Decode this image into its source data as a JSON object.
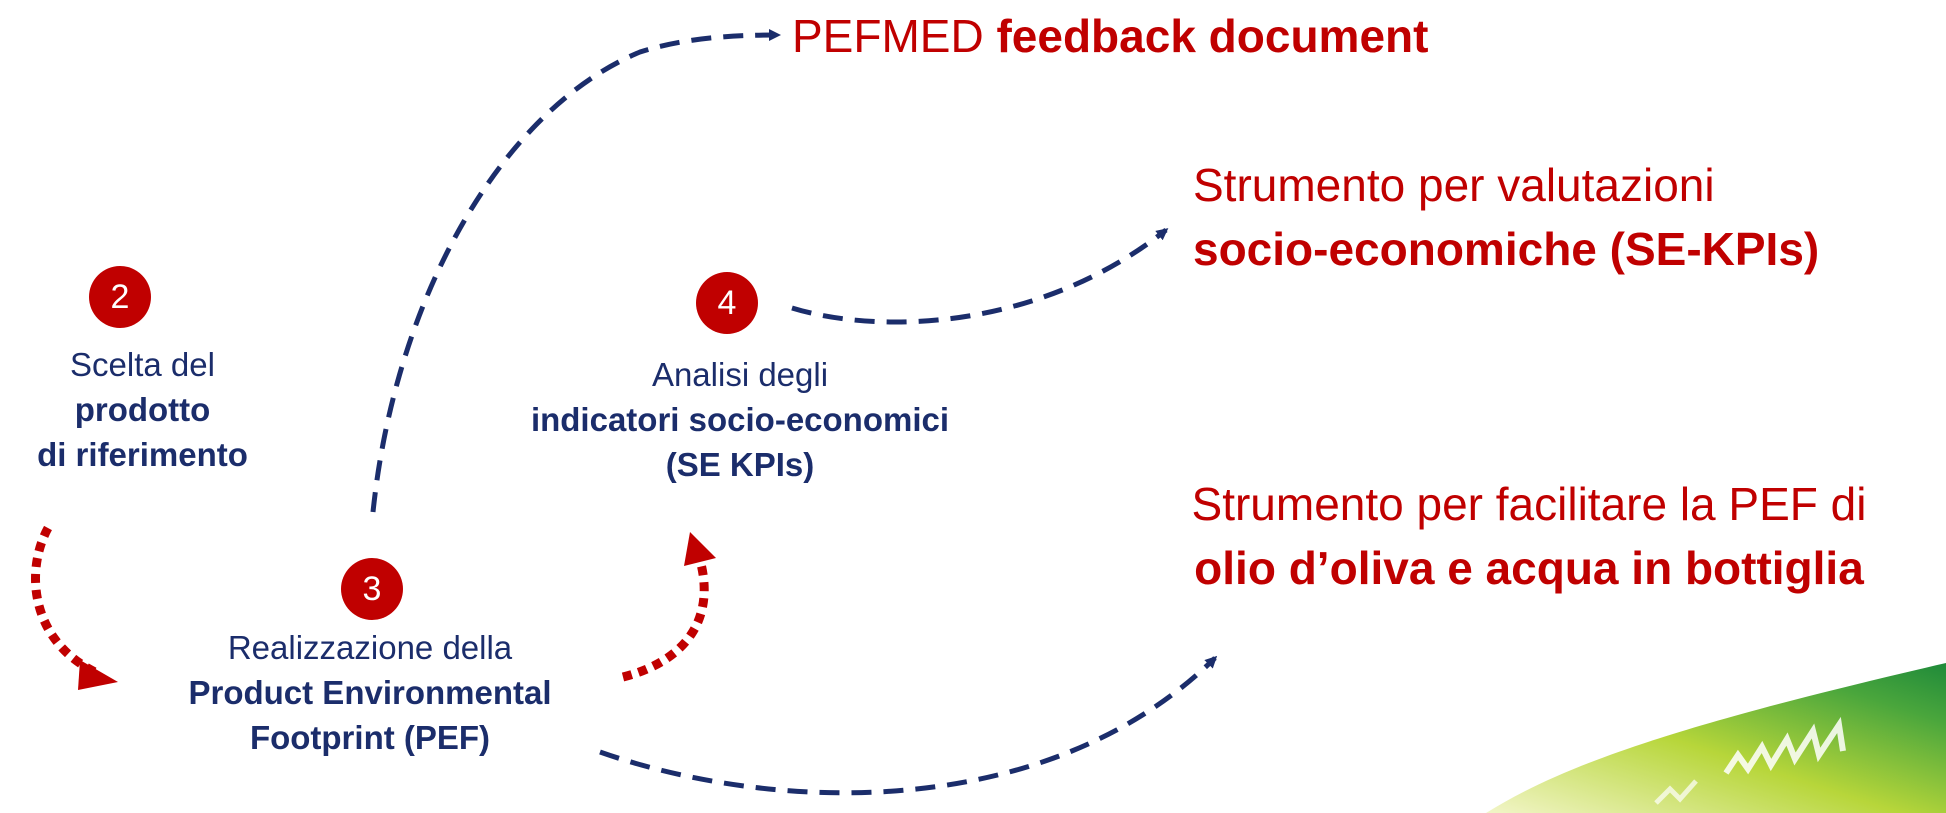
{
  "steps": [
    {
      "number": "2",
      "line1": "Scelta del",
      "line2": "prodotto",
      "line3": "di riferimento"
    },
    {
      "number": "3",
      "line1": "Realizzazione della",
      "line2": "Product Environmental",
      "line3": "Footprint (PEF)"
    },
    {
      "number": "4",
      "line1": "Analisi degli",
      "line2": "indicatori socio-economici",
      "line3": "(SE KPIs)"
    }
  ],
  "outputs": {
    "feedback": {
      "normal": "PEFMED ",
      "bold": "feedback document"
    },
    "se_tool": {
      "line1": "Strumento per valutazioni",
      "line2": "socio-economiche (SE-KPIs)"
    },
    "pef_tool": {
      "line1": "Strumento per facilitare la PEF di",
      "line2": "olio d’oliva e acqua in bottiglia"
    }
  },
  "colors": {
    "accent": "#c00000",
    "navy": "#1b2d6b"
  }
}
